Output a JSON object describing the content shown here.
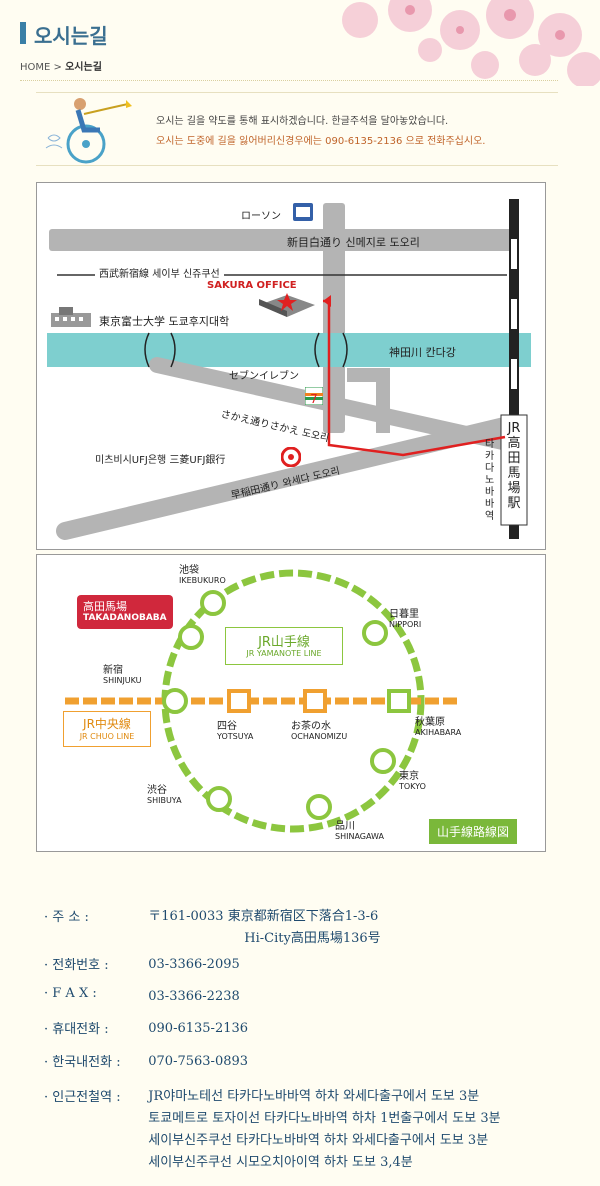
{
  "page": {
    "title": "오시는길",
    "breadcrumb": {
      "home": "HOME",
      "current": "오시는길"
    },
    "intro": {
      "line1": "오시는 길을 약도를 통해 표시하겠습니다.  한글주석을 달아놓았습니다.",
      "line2": "오시는 도중에 길을 잃어버리신경우에는 090-6135-2136 으로 전화주십시오."
    }
  },
  "map1": {
    "lawson": "ローソン",
    "road_shinmejiro": "新目白通り  신메지로 도오리",
    "seibu": "西武新宿線 세이부 신쥬쿠선",
    "office": "SAKURA OFFICE",
    "university": "東京富士大学 도쿄후지대학",
    "river": "神田川 칸다강",
    "seven": "セブンイレブン",
    "sakae": "さかえ通りさかえ 도오리",
    "bank": "미츠비시UFJ은행 三菱UFJ銀行",
    "waseda": "早稲田通り 와세다 도오리",
    "station": "JR高田馬場駅",
    "station_kr": "타카다노바바역"
  },
  "map2": {
    "line_name": "JR山手線",
    "line_name_en": "JR YAMANOTE LINE",
    "chuo_name": "JR中央線",
    "chuo_name_en": "JR CHUO LINE",
    "takadanobaba": "高田馬場",
    "takadanobaba_en": "TAKADANOBABA",
    "caption": "山手線路線図",
    "stations": [
      {
        "jp": "池袋",
        "en": "IKEBUKURO"
      },
      {
        "jp": "日暮里",
        "en": "NIPPORI"
      },
      {
        "jp": "新宿",
        "en": "SHINJUKU"
      },
      {
        "jp": "四谷",
        "en": "YOTSUYA"
      },
      {
        "jp": "お茶の水",
        "en": "OCHANOMIZU"
      },
      {
        "jp": "秋葉原",
        "en": "AKIHABARA"
      },
      {
        "jp": "東京",
        "en": "TOKYO"
      },
      {
        "jp": "渋谷",
        "en": "SHIBUYA"
      },
      {
        "jp": "品川",
        "en": "SHINAGAWA"
      }
    ]
  },
  "info": {
    "address_label": "주       소 :",
    "address_line1": "〒161-0033    東京都新宿区下落合1-3-6",
    "address_line2": "Hi-City高田馬場136号",
    "phone_label": "전화번호 :",
    "phone": "03-3366-2095",
    "fax_label": "F   A   X :",
    "fax": "03-3366-2238",
    "mobile_label": "휴대전화 :",
    "mobile": "090-6135-2136",
    "korea_label": "한국내전화 :",
    "korea": "070-7563-0893",
    "nearby_label": "인근전철역 :",
    "nearby": [
      "JR야마노테선  타카다노바바역 하차 와세다출구에서 도보 3분",
      "토쿄메트로 토자이선 타카다노바바역 하차 1번출구에서 도보 3분",
      "세이부신주쿠선 타카다노바바역 하차 와세다출구에서 도보 3분",
      "세이부신주쿠선 시모오치아이역 하차 도보 3,4분"
    ]
  }
}
